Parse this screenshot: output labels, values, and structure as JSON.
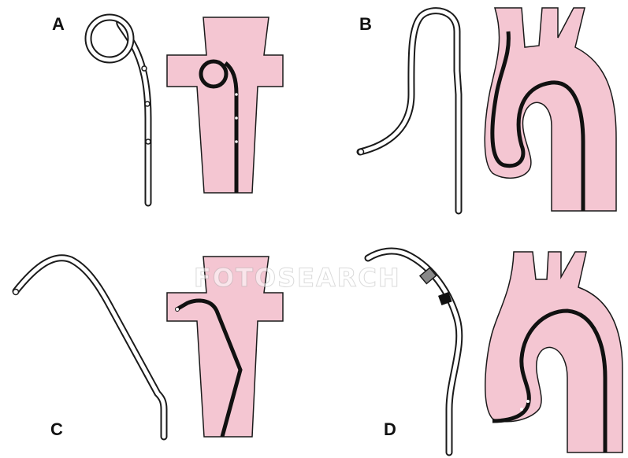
{
  "panels": [
    {
      "id": "A",
      "label": "A"
    },
    {
      "id": "B",
      "label": "B"
    },
    {
      "id": "C",
      "label": "C"
    },
    {
      "id": "D",
      "label": "D"
    }
  ],
  "watermark": "FOTOSEARCH",
  "colors": {
    "vessel_fill": "#f4c6d2",
    "outline": "#1a1a1a",
    "catheter_line": "#111111",
    "background": "#ffffff"
  },
  "icons": [
    "pigtail-catheter",
    "curved-catheter",
    "angled-catheter",
    "marker-catheter",
    "vessel-cross",
    "aortic-arch"
  ]
}
